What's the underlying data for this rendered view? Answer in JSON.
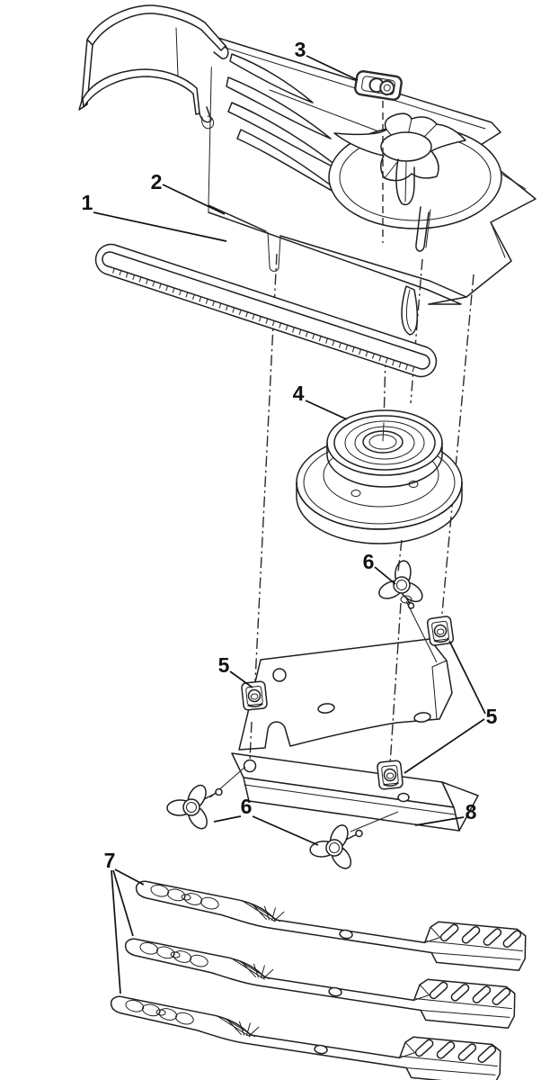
{
  "diagram": {
    "type": "exploded-parts-diagram",
    "colors": {
      "background": "#ffffff",
      "line": "#1f1f1f",
      "dark_accent": "#2f2f2f",
      "shade": "#e2e2e2"
    },
    "callouts": [
      {
        "label": "1",
        "part": "drive-belt"
      },
      {
        "label": "2",
        "part": "mower-deck-housing"
      },
      {
        "label": "3",
        "part": "belt-retainer-clip"
      },
      {
        "label": "4",
        "part": "spindle-pulley"
      },
      {
        "label": "6",
        "part": "wing-knob"
      },
      {
        "label": "5",
        "part": "square-clip-nut"
      },
      {
        "label": "5",
        "part": "square-clip-nut"
      },
      {
        "label": "6",
        "part": "wing-knob"
      },
      {
        "label": "8",
        "part": "mounting-bracket"
      },
      {
        "label": "7",
        "part": "mower-blade"
      }
    ]
  }
}
